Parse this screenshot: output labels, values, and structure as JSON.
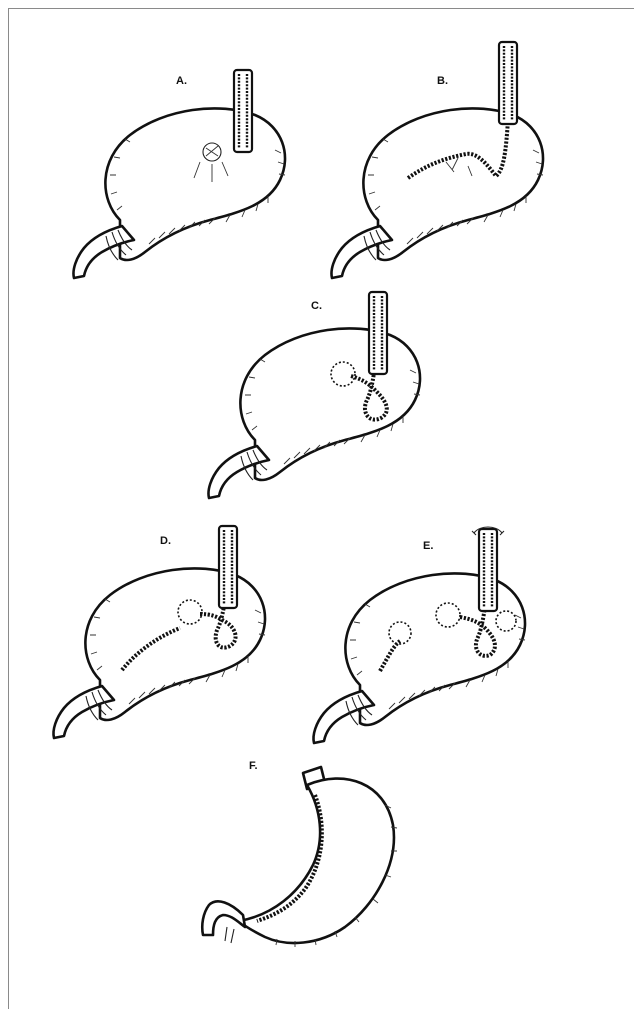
{
  "panels": [
    {
      "id": "A",
      "label": "A."
    },
    {
      "id": "B",
      "label": "B."
    },
    {
      "id": "C",
      "label": "C."
    },
    {
      "id": "D",
      "label": "D."
    },
    {
      "id": "E",
      "label": "E."
    },
    {
      "id": "F",
      "label": "F."
    }
  ],
  "colors": {
    "ink": "#111111",
    "background": "#ffffff",
    "frame": "#8a8a8a"
  }
}
